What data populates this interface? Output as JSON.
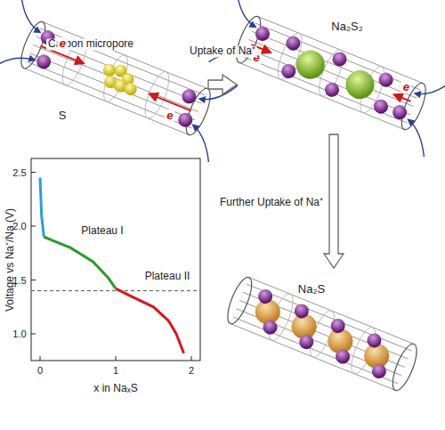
{
  "diagram": {
    "nodes": [
      {
        "text": [
          "Carbon micropore",
          "S"
        ]
      },
      {
        "text": [
          "Na₂S₂"
        ]
      },
      {
        "text": [
          "Na₂S"
        ]
      }
    ],
    "edges": [
      {
        "from": 0,
        "to": 1,
        "arrow": "to",
        "label": "Uptake of Na⁺"
      },
      {
        "from": 1,
        "to": 2,
        "arrow": "to",
        "label": "Further Uptake of Na⁺"
      }
    ],
    "labels": [
      "e",
      "e",
      "e",
      "e",
      "Voltage vs Na⁺/Na (V)",
      "2.5",
      "2.0",
      "1.5",
      "1.0",
      "0",
      "1",
      "2",
      "x in NaₓS",
      "Plateau I",
      "Plateau II"
    ]
  }
}
